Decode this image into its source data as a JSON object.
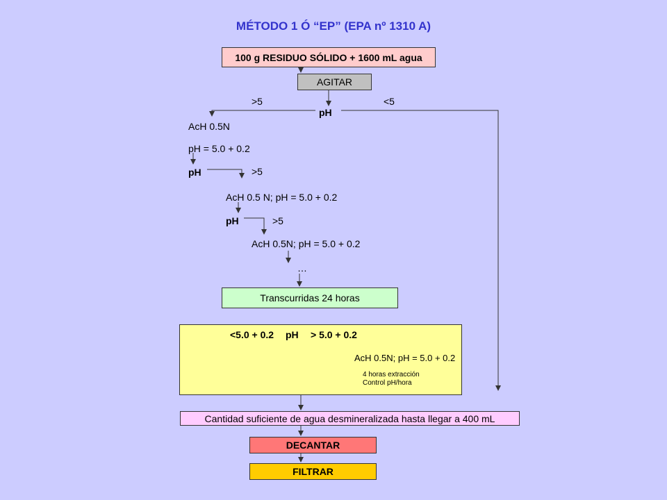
{
  "title": "MÉTODO 1 Ó “EP” (EPA nº 1310 A)",
  "colors": {
    "background": "#CCCCFF",
    "title": "#3333CC",
    "start_box": "#FFCCCC",
    "agitar_box": "#C0C0C0",
    "transcurridas_box": "#CCFFCC",
    "yellow_box": "#FFFF99",
    "cantidad_box": "#FFCCFF",
    "decantar_box": "#FF7777",
    "filtrar_box": "#FFCC00"
  },
  "nodes": {
    "start": "100 g RESIDUO SÓLIDO + 1600 mL agua",
    "agitar": "AGITAR",
    "ph_main": "pH",
    "gt5_main": ">5",
    "lt5_main": "<5",
    "ach_1": "AcH 0.5N",
    "ph_eq_1": "pH = 5.0 + 0.2",
    "ph_2": "pH",
    "gt5_2": ">5",
    "ach_2": "AcH 0.5 N; pH = 5.0 + 0.2",
    "ph_3": "pH",
    "gt5_3": ">5",
    "ach_3": "AcH 0.5N; pH = 5.0 + 0.2",
    "ellipsis": "…",
    "transcurridas": "Transcurridas 24 horas",
    "yellow_row": {
      "left": "<5.0 + 0.2",
      "center": "pH",
      "right": "> 5.0 + 0.2"
    },
    "yellow_ach": "AcH 0.5N; pH = 5.0 + 0.2",
    "yellow_note_1": "4 horas extracción",
    "yellow_note_2": "Control pH/hora",
    "cantidad": "Cantidad suficiente de agua desmineralizada hasta llegar  a 400 mL",
    "decantar": "DECANTAR",
    "filtrar": "FILTRAR"
  }
}
